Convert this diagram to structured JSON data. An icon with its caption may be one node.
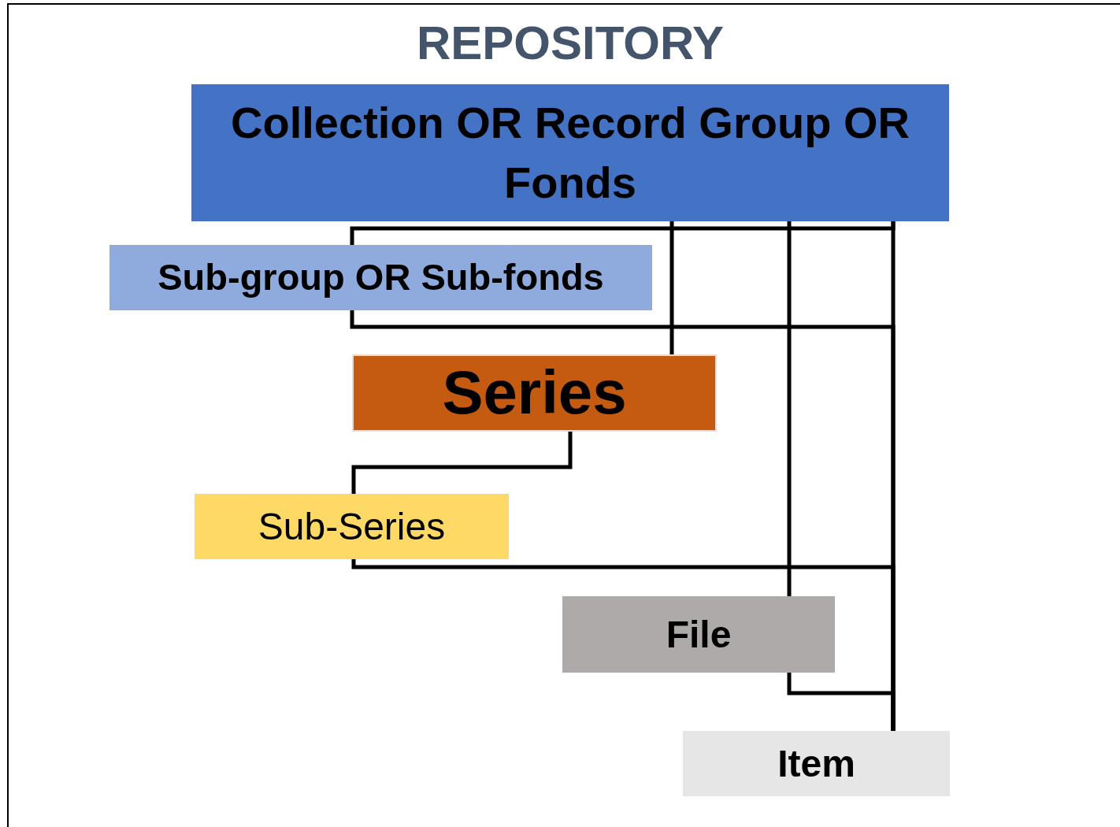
{
  "diagram": {
    "title": "REPOSITORY",
    "nodes": [
      {
        "text": [
          "Collection OR Record Group OR Fonds"
        ]
      },
      {
        "text": [
          "Sub-group OR Sub-fonds"
        ]
      },
      {
        "text": [
          "Series"
        ]
      },
      {
        "text": [
          "Sub-Series"
        ]
      },
      {
        "text": [
          "File"
        ]
      },
      {
        "text": [
          "Item"
        ]
      }
    ],
    "edges": [
      {
        "from": 0,
        "to": 1,
        "arrow": "none"
      },
      {
        "from": 1,
        "to": 5,
        "arrow": "none"
      },
      {
        "from": 0,
        "to": 2,
        "arrow": "none"
      },
      {
        "from": 2,
        "to": 3,
        "arrow": "none"
      },
      {
        "from": 3,
        "to": 5,
        "arrow": "none"
      },
      {
        "from": 0,
        "to": 4,
        "arrow": "none"
      },
      {
        "from": 4,
        "to": 5,
        "arrow": "none"
      },
      {
        "from": 0,
        "to": 5,
        "arrow": "none"
      }
    ]
  }
}
